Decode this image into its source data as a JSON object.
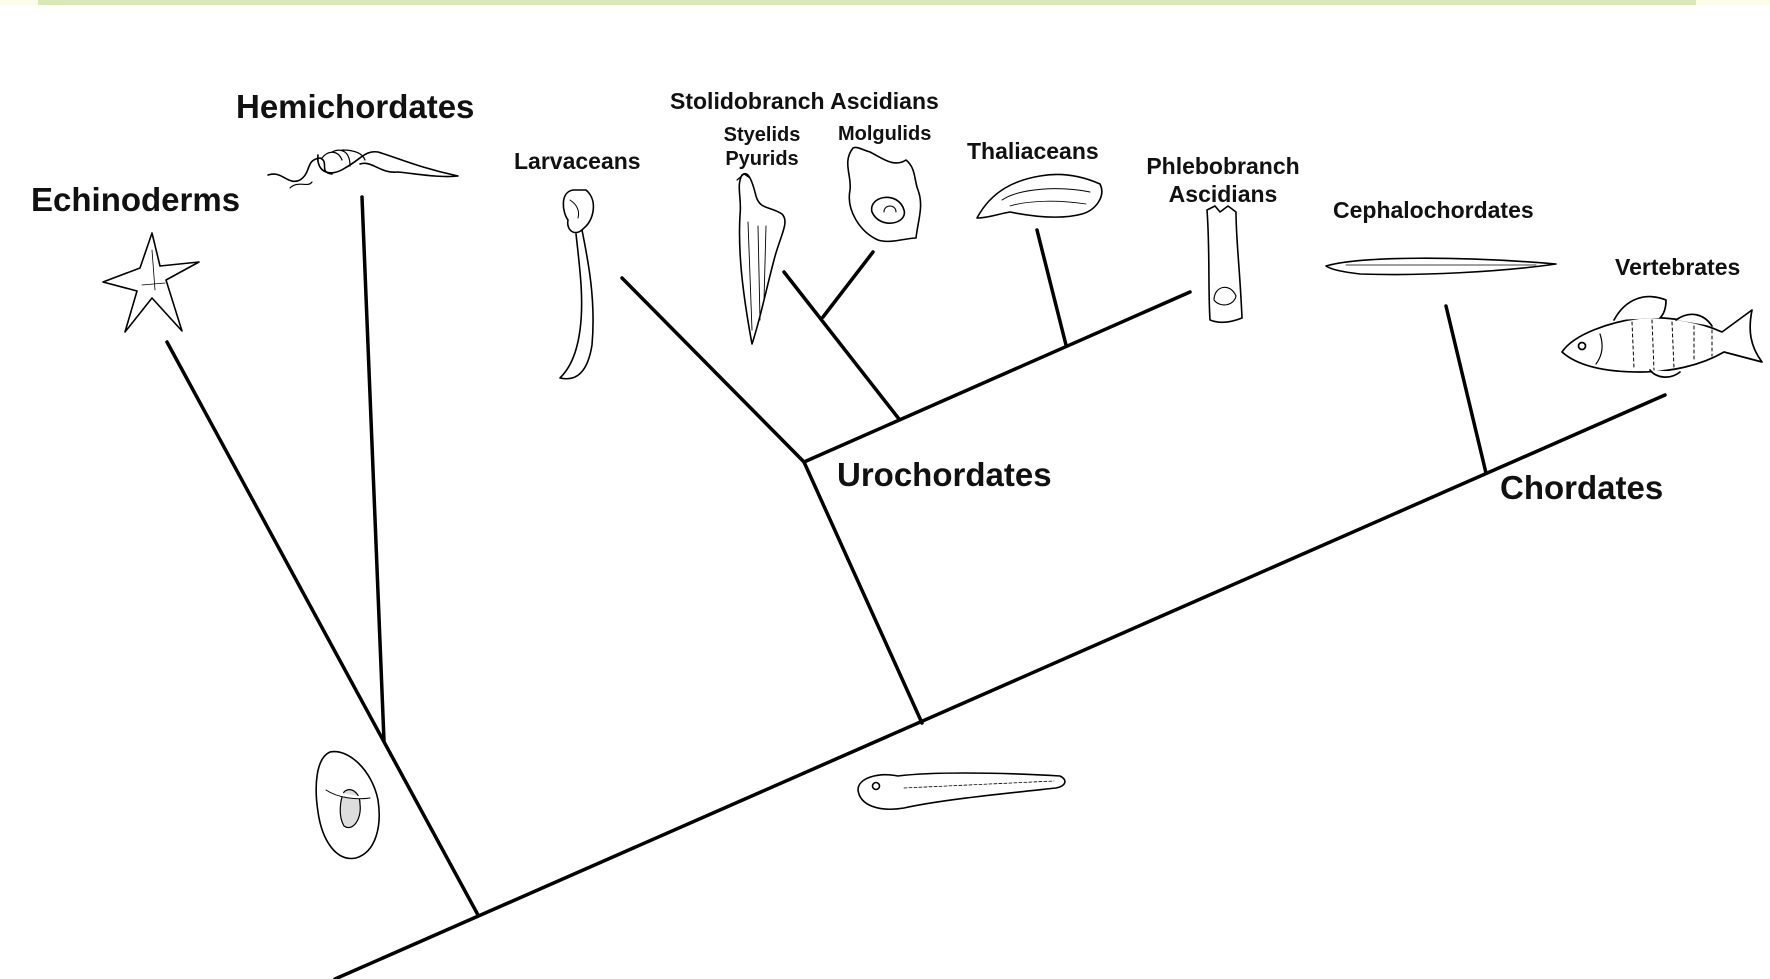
{
  "labels": {
    "echinoderms": "Echinoderms",
    "hemichordates": "Hemichordates",
    "larvaceans": "Larvaceans",
    "stolidobranch": "Stolidobranch Ascidians",
    "styelids": "Styelids",
    "pyurids": "Pyurids",
    "molgulids": "Molgulids",
    "thaliaceans": "Thaliaceans",
    "phlebobranch_1": "Phlebobranch",
    "phlebobranch_2": "Ascidians",
    "cephalochordates": "Cephalochordates",
    "vertebrates": "Vertebrates",
    "urochordates": "Urochordates",
    "chordates": "Chordates"
  },
  "organism_icons": [
    "starfish-icon",
    "acorn-worm-icon",
    "larvacean-icon",
    "styelid-icon",
    "molgulid-icon",
    "salp-icon",
    "phlebobranch-icon",
    "lancelet-icon",
    "fish-icon",
    "larva-icon",
    "tadpole-icon"
  ],
  "colors": {
    "line": "#000000",
    "background": "#ffffff",
    "frame": "#d9e9b4"
  }
}
